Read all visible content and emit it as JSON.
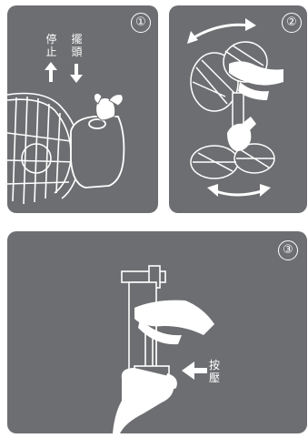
{
  "panels": [
    {
      "step": "①",
      "labels": {
        "stop": "停止",
        "swing": "擺頭"
      }
    },
    {
      "step": "②"
    },
    {
      "step": "③",
      "labels": {
        "press": "按壓"
      }
    }
  ],
  "colors": {
    "panel_bg": "#6d6e71",
    "line": "#ffffff",
    "arrow": "#ffffff"
  }
}
